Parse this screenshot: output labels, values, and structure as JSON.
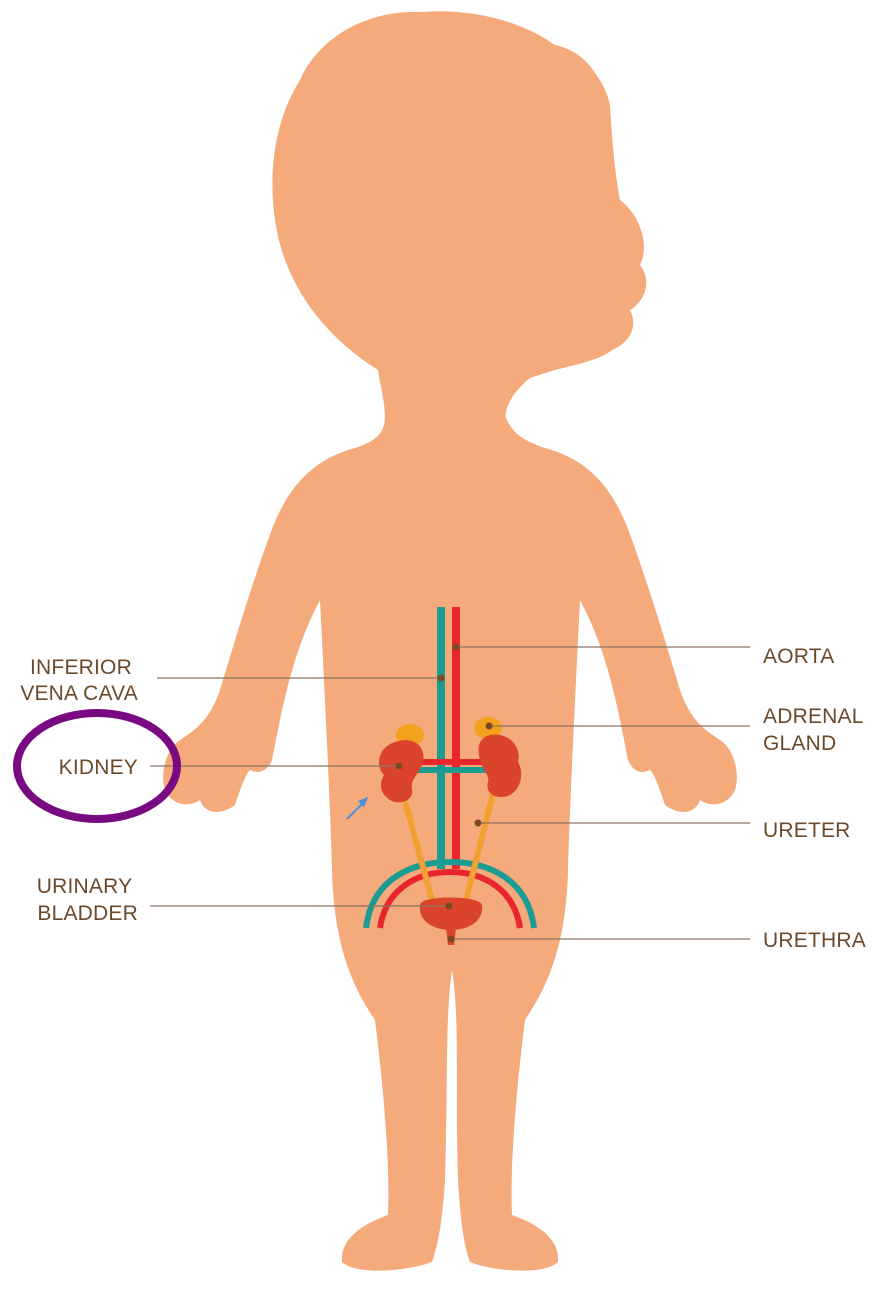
{
  "labels": {
    "aorta": "AORTA",
    "inferior_vena_cava": [
      "INFERIOR",
      "VENA CAVA"
    ],
    "adrenal_gland": [
      "ADRENAL",
      "GLAND"
    ],
    "kidney": "KIDNEY",
    "ureter": "URETER",
    "urinary_bladder": [
      "URINARY",
      "BLADDER"
    ],
    "urethra": "URETHRA"
  },
  "highlight": {
    "target": "kidney",
    "color": "#7a0a82"
  },
  "colors": {
    "body": "#f4aa7b",
    "artery": "#e8262d",
    "vein": "#1a9c93",
    "organ": "#d9442a",
    "adrenal": "#f2a21d",
    "ureter": "#f3a033",
    "label_text": "#6b4a2b",
    "pointer_arrow": "#4a8fe0"
  }
}
